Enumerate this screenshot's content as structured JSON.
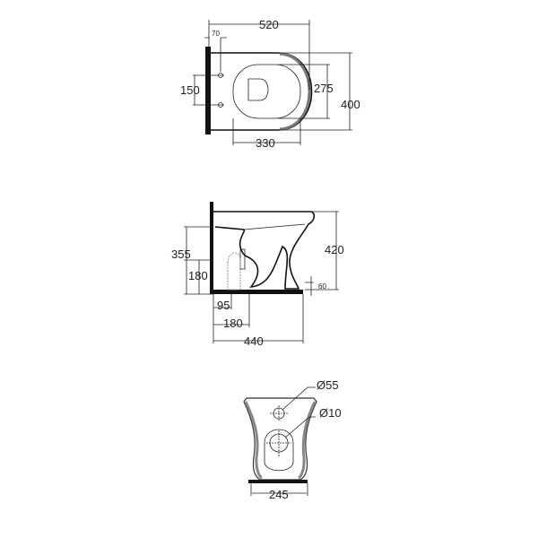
{
  "top_view": {
    "width_total": "520",
    "axis_offset": "70",
    "fixing_spacing": "150",
    "seat_width": "275",
    "overall_width": "400",
    "seat_length": "330"
  },
  "side_view": {
    "outlet_height": "355",
    "inlet_height": "180",
    "overall_height": "420",
    "floor_gap": "60",
    "outlet_offset": "95",
    "inlet_offset": "180",
    "overall_depth": "440"
  },
  "front_view": {
    "small_hole": "Ø55",
    "large_hole": "Ø10",
    "base_width": "245"
  }
}
